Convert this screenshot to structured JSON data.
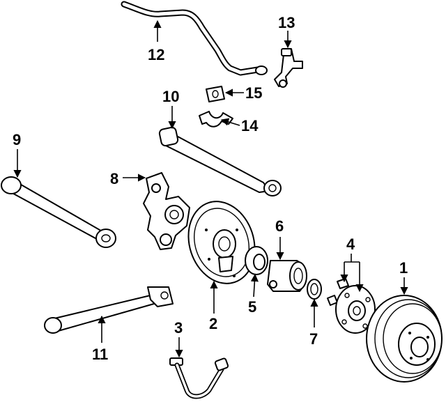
{
  "diagram": {
    "callouts": [
      {
        "id": "1",
        "label": "1"
      },
      {
        "id": "2",
        "label": "2"
      },
      {
        "id": "3",
        "label": "3"
      },
      {
        "id": "4",
        "label": "4"
      },
      {
        "id": "5",
        "label": "5"
      },
      {
        "id": "6",
        "label": "6"
      },
      {
        "id": "7",
        "label": "7"
      },
      {
        "id": "8",
        "label": "8"
      },
      {
        "id": "9",
        "label": "9"
      },
      {
        "id": "10",
        "label": "10"
      },
      {
        "id": "11",
        "label": "11"
      },
      {
        "id": "12",
        "label": "12"
      },
      {
        "id": "13",
        "label": "13"
      },
      {
        "id": "14",
        "label": "14"
      },
      {
        "id": "15",
        "label": "15"
      }
    ],
    "colors": {
      "line": "#000000",
      "background": "#ffffff"
    }
  }
}
